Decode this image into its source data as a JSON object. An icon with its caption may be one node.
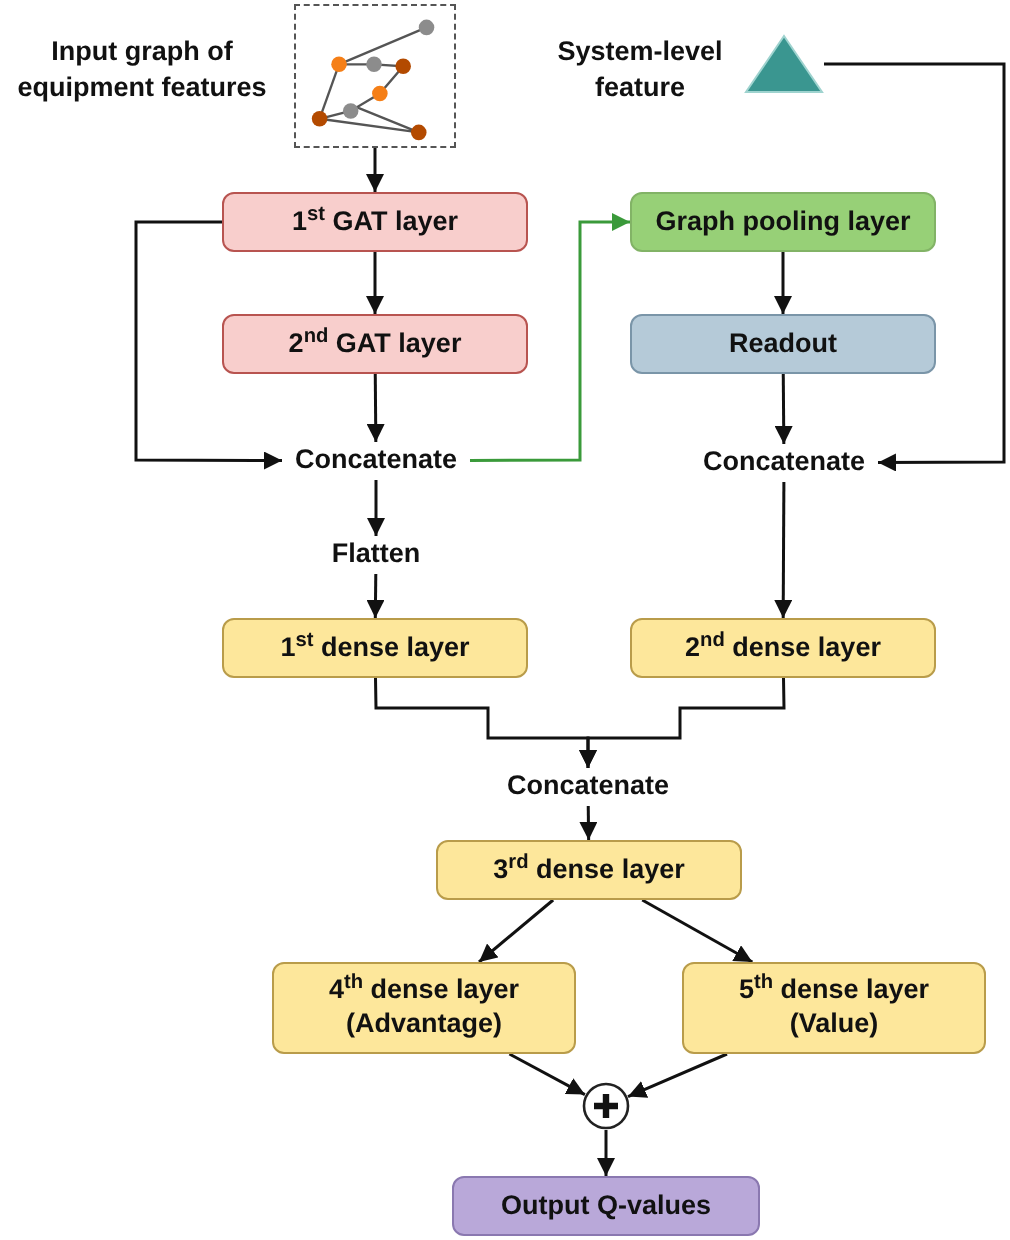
{
  "diagram": {
    "nodes": [
      {
        "text": [],
        "shape": "picture",
        "beside": [
          "Input graph of equipment features"
        ]
      },
      {
        "text": [],
        "shape": "triangle",
        "beside": [
          "System-level feature"
        ]
      },
      {
        "text": [
          "1$^{st}$ GAT layer"
        ]
      },
      {
        "text": [
          "2$^{nd}$ GAT layer"
        ]
      },
      {
        "text": [
          "Concatenate"
        ]
      },
      {
        "text": [
          "Graph pooling layer"
        ]
      },
      {
        "text": [
          "Readout"
        ]
      },
      {
        "text": [
          "Concatenate"
        ]
      },
      {
        "text": [
          "Flatten"
        ]
      },
      {
        "text": [
          "1$^{st}$ dense layer"
        ]
      },
      {
        "text": [
          "2$^{nd}$ dense layer"
        ]
      },
      {
        "text": [
          "Concatenate"
        ]
      },
      {
        "text": [
          "3$^{rd}$ dense layer"
        ]
      },
      {
        "text": [
          "4$^{th}$ dense layer (Advantage)"
        ]
      },
      {
        "text": [
          "5$^{th}$ dense layer (Value)"
        ]
      },
      {
        "text": [],
        "shape": "circle"
      },
      {
        "text": [
          "Output Q-values"
        ]
      }
    ],
    "edges": [
      {
        "from": 0,
        "to": 2,
        "arrow": "to"
      },
      {
        "from": 2,
        "to": 3,
        "arrow": "to"
      },
      {
        "from": 3,
        "to": 4,
        "arrow": "to"
      },
      {
        "from": 2,
        "to": 4,
        "arrow": "to"
      },
      {
        "from": 4,
        "to": 5,
        "arrow": "to",
        "color": "#3a9a3a"
      },
      {
        "from": 5,
        "to": 6,
        "arrow": "to"
      },
      {
        "from": 6,
        "to": 7,
        "arrow": "to"
      },
      {
        "from": 1,
        "to": 7,
        "arrow": "to"
      },
      {
        "from": 4,
        "to": 8,
        "arrow": "to"
      },
      {
        "from": 8,
        "to": 9,
        "arrow": "to"
      },
      {
        "from": 7,
        "to": 10,
        "arrow": "to"
      },
      {
        "from": 9,
        "to": 11,
        "arrow": "to"
      },
      {
        "from": 10,
        "to": 11,
        "arrow": "to"
      },
      {
        "from": 11,
        "to": 12,
        "arrow": "to"
      },
      {
        "from": 12,
        "to": 13,
        "arrow": "to"
      },
      {
        "from": 12,
        "to": 14,
        "arrow": "to"
      },
      {
        "from": 13,
        "to": 15,
        "arrow": "to"
      },
      {
        "from": 14,
        "to": 15,
        "arrow": "to"
      },
      {
        "from": 15,
        "to": 16,
        "arrow": "to"
      }
    ]
  }
}
